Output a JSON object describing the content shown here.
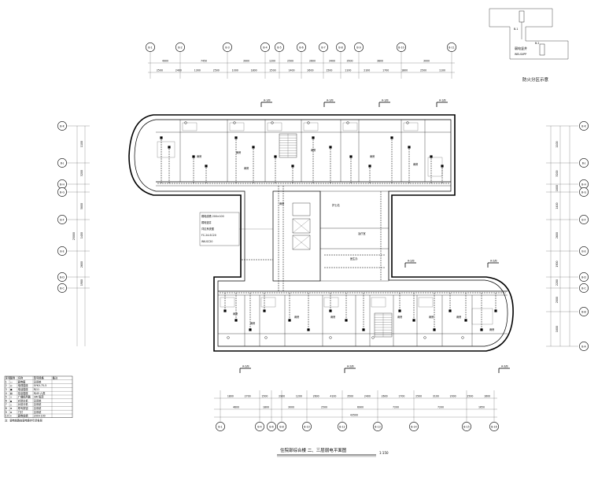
{
  "drawing": {
    "title": "住院部综合楼 二、三层弱电平面图",
    "scale": "1:150",
    "keyplan_title": "防火分区示意",
    "keyplan_label_a": "弱电竖井",
    "keyplan_label_b": "WELSUPP"
  },
  "grids": {
    "top": [
      "B-1",
      "B-2",
      "B-3",
      "B-4",
      "B-5",
      "B-6",
      "B-7",
      "B-8",
      "B-9",
      "B-10",
      "B-11"
    ],
    "bottom": [
      "B-1",
      "B-4",
      "B-6",
      "B-8",
      "B-10",
      "B-12",
      "B-13",
      "B-14",
      "B-15",
      "B-16"
    ],
    "left": [
      "B-K",
      "B-J",
      "B-H",
      "B-G",
      "B-F",
      "B-E",
      "B-D",
      "B-C"
    ],
    "right": [
      "B-K",
      "B-J",
      "B-H",
      "B-G",
      "B-F",
      "B-E",
      "B-D",
      "B-C",
      "B-B",
      "B-A"
    ]
  },
  "dimensions": {
    "top_total": [
      "4900",
      "7450",
      "3900",
      "1200",
      "2500",
      "2600",
      "3400",
      "3500",
      "3800",
      "3000"
    ],
    "top_parts": [
      "2500",
      "2400",
      "1300",
      "2500",
      "1000",
      "1800",
      "2500",
      "1400",
      "2600",
      "1500",
      "1100",
      "2100",
      "1700",
      "1800",
      "2500",
      "1100"
    ],
    "bottom_parts": [
      "1800",
      "2700",
      "1500",
      "2900",
      "1200",
      "2600",
      "4100",
      "3500",
      "2400",
      "2600",
      "1700",
      "2500",
      "3100",
      "2000",
      "2500",
      "1600"
    ],
    "bottom_total": [
      "4600",
      "1800",
      "3000",
      "2500",
      "6900",
      "7200",
      "7200",
      "1650"
    ],
    "bottom_sum": "43500",
    "left_parts": [
      "1100",
      "3200",
      "5800",
      "1400",
      "2600",
      "1900"
    ],
    "left_total": "25000",
    "right_parts": [
      "1100",
      "3200",
      "1800",
      "1400",
      "2600",
      "1900",
      "2200",
      "2000",
      "1800"
    ]
  },
  "rooms": {
    "labels": [
      "病房",
      "病房",
      "病房",
      "病房",
      "病房",
      "病房",
      "病房",
      "护士站",
      "治疗室",
      "医生办",
      "病房",
      "病房",
      "病房",
      "病房",
      "病房",
      "病房",
      "病房",
      "病房"
    ]
  },
  "callouts": {
    "detail": [
      "弱电线槽 200×100",
      "弱电竖井",
      "详见系统图",
      "FC-24-SC20",
      "WK-SC20"
    ],
    "section_marks": [
      "A-1/B",
      "A-1/B",
      "A-1/B",
      "A-1/B",
      "A-2/B",
      "A-2/B",
      "A-2/B",
      "A-2/B",
      "A-3/B"
    ]
  },
  "legend": {
    "headers": [
      "序号",
      "图例",
      "名称",
      "型号规格",
      "备注"
    ],
    "rows": [
      [
        "1",
        "▭",
        "弱电箱",
        "见系统",
        ""
      ],
      [
        "2",
        "◎",
        "电视插座",
        "SYKV-75-5",
        ""
      ],
      [
        "3",
        "▣",
        "电话插座",
        "RJ11",
        ""
      ],
      [
        "4",
        "▤",
        "信息插座",
        "RJ45 六类",
        ""
      ],
      [
        "5",
        "◇",
        "广播扬声器",
        "3W 吸顶",
        ""
      ],
      [
        "6",
        "▲",
        "对讲主机",
        "见系统",
        ""
      ],
      [
        "7",
        "△",
        "对讲分机",
        "见系统",
        ""
      ],
      [
        "8",
        "⊕",
        "呼叫按钮",
        "见系统",
        ""
      ],
      [
        "9",
        "⊗",
        "门灯",
        "见系统",
        ""
      ],
      [
        "10",
        "━",
        "弱电线槽",
        "200×100",
        ""
      ]
    ],
    "note": "注：弱电线路由弱电竖井引至各层"
  }
}
